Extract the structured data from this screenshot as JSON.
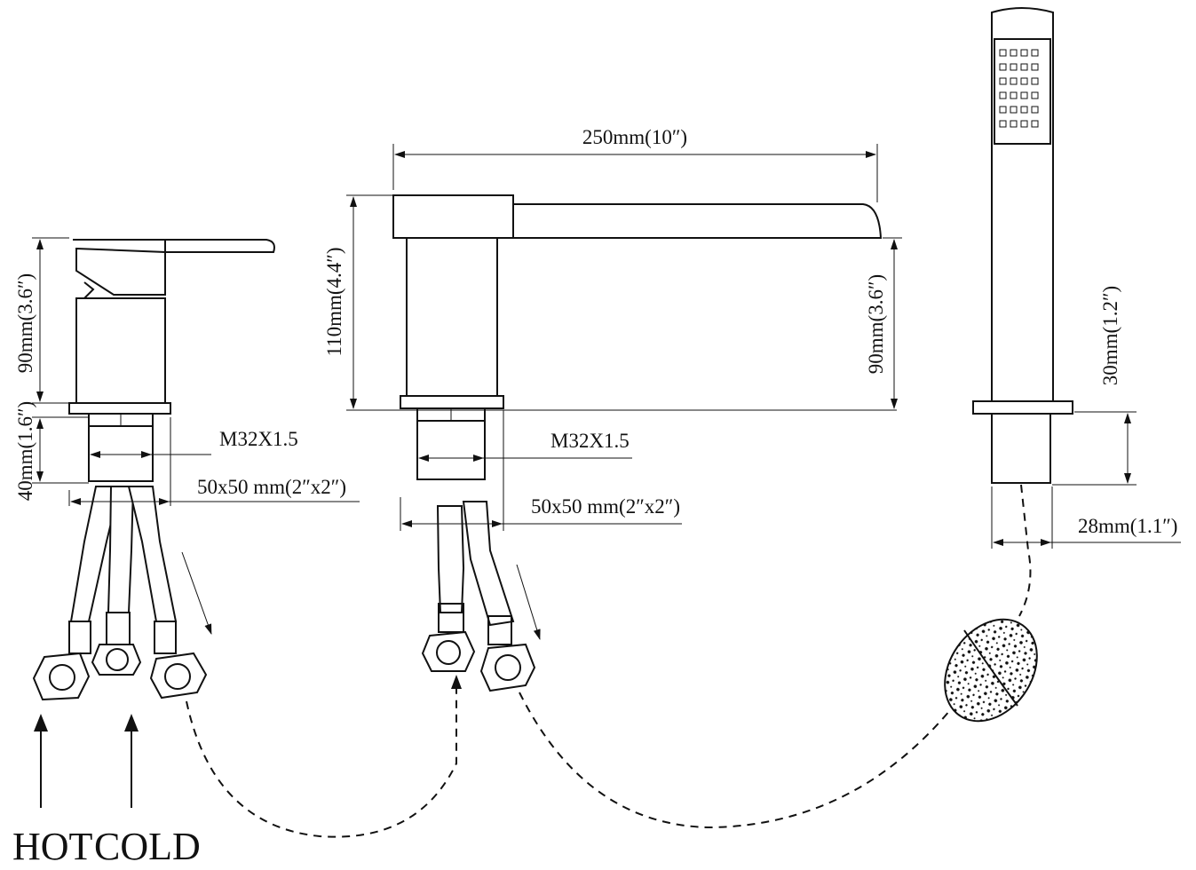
{
  "labels": {
    "faucet_left_height": "90mm(3.6″)",
    "faucet_left_thread_len": "40mm(1.6″)",
    "faucet_left_thread": "M32X1.5",
    "faucet_left_base": "50x50 mm(2″x2″)",
    "spout_length": "250mm(10″)",
    "spout_total_height": "110mm(4.4″)",
    "spout_height": "90mm(3.6″)",
    "spout_thread": "M32X1.5",
    "spout_base": "50x50 mm(2″x2″)",
    "shower_base_height": "30mm(1.2″)",
    "shower_base_width": "28mm(1.1″)",
    "hot": "HOT",
    "cold": "COLD"
  }
}
